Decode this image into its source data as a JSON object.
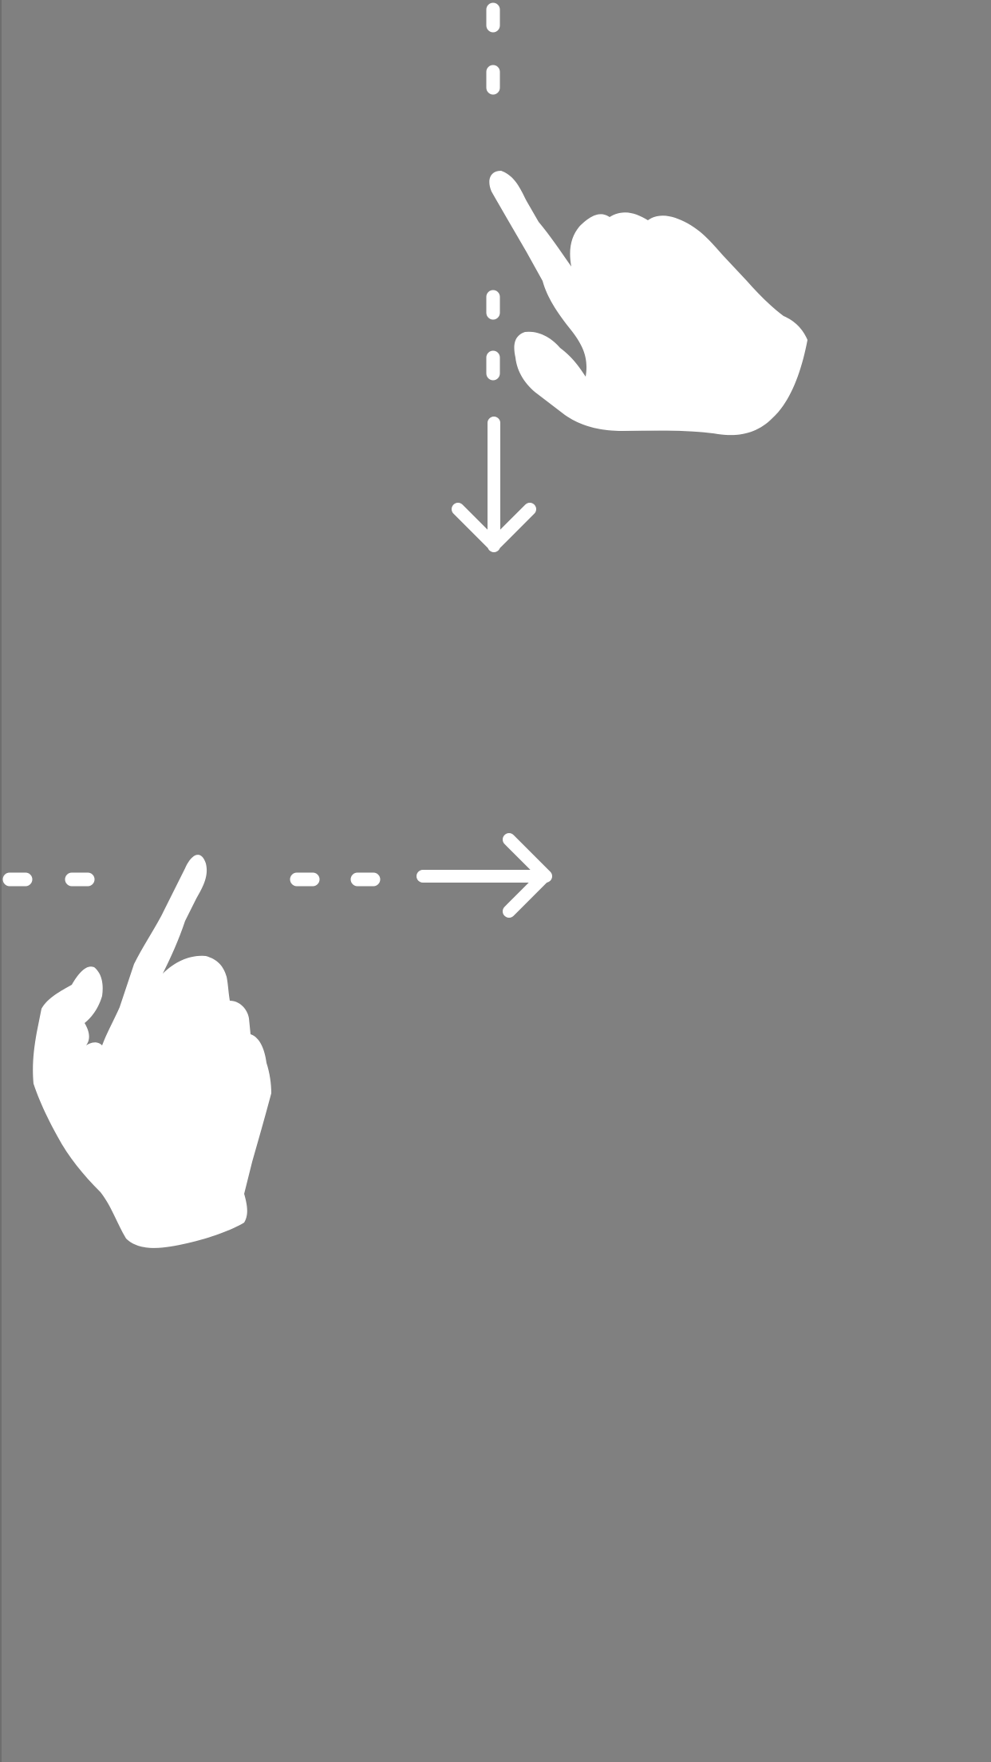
{
  "screen": {
    "name": "gesture-tutorial-overlay",
    "background_color": "#808080",
    "foreground_color": "#ffffff"
  },
  "gestures": [
    {
      "name": "swipe-down",
      "icon": "hand-pointing-icon",
      "arrow": "arrow-down-icon"
    },
    {
      "name": "swipe-right",
      "icon": "hand-pointing-icon",
      "arrow": "arrow-right-icon"
    }
  ]
}
